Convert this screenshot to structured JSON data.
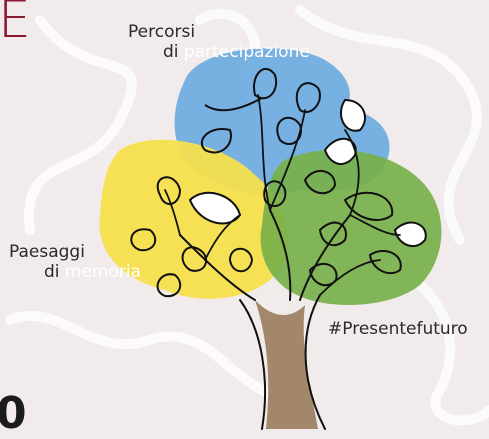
{
  "corner": {
    "top_left_letter": "E",
    "bottom_left_digit": "0"
  },
  "labels": {
    "percorsi": {
      "line1": "Percorsi",
      "line2_prefix": "di ",
      "line2_highlight": "partecipazione"
    },
    "paesaggi": {
      "line1": "Paesaggi",
      "line2_prefix": "di ",
      "line2_highlight": "memoria"
    },
    "presente": "#Presentefuturo"
  },
  "colors": {
    "background": "#f1ebeb",
    "brand_red": "#8c1a2e",
    "blue_canopy": "#6faee0",
    "yellow_canopy": "#f5e04d",
    "green_canopy": "#78b04a",
    "trunk": "#a3876a",
    "outline": "#111111"
  }
}
